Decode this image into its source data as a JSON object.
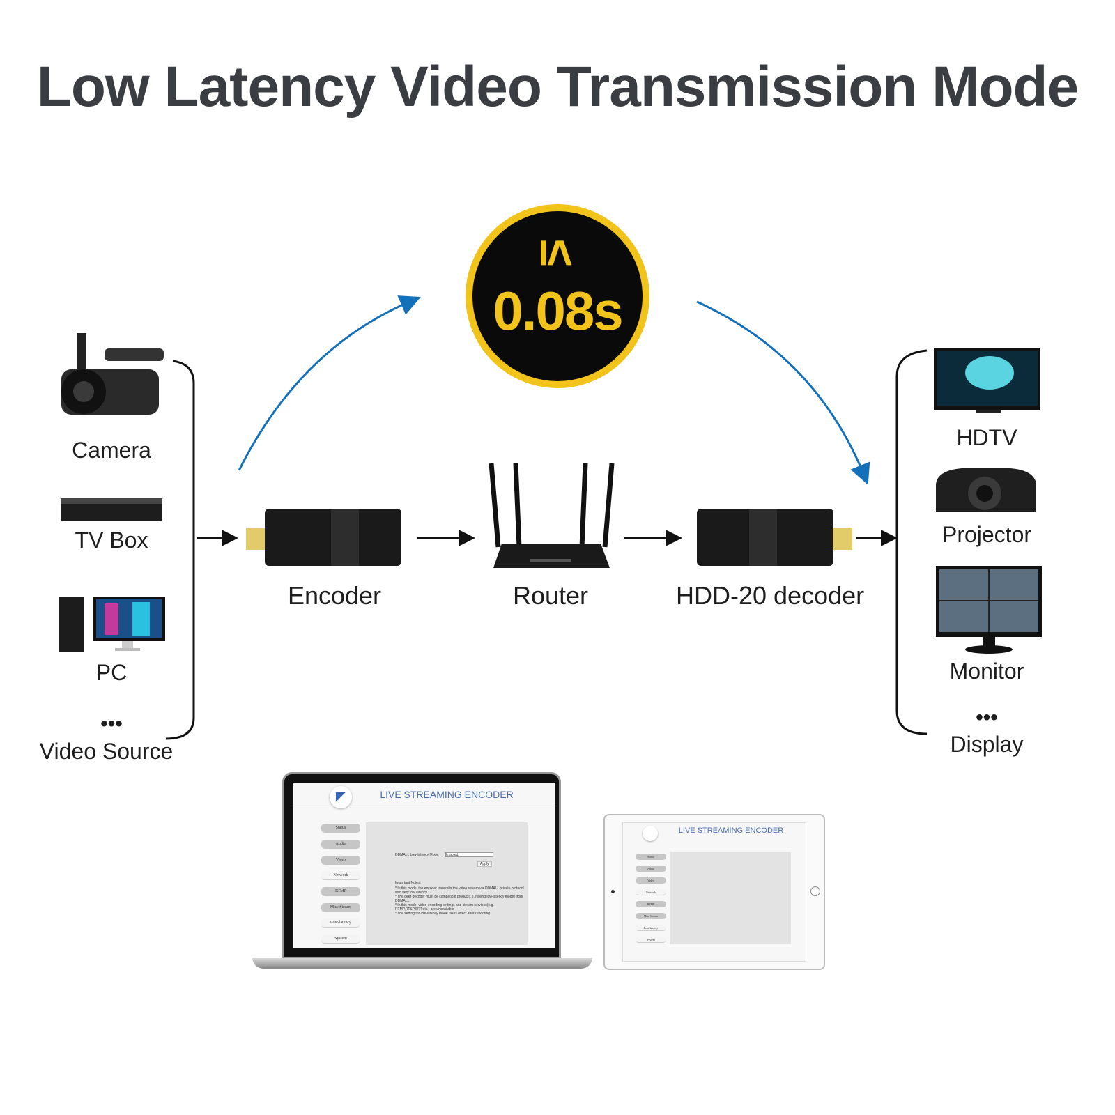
{
  "title": "Low Latency Video Transmission Mode",
  "latency": {
    "symbol": "≤",
    "value": "0.08s"
  },
  "sources": {
    "items": [
      "Camera",
      "TV Box",
      "PC"
    ],
    "more": "•••",
    "label": "Video Source"
  },
  "chain": [
    "Encoder",
    "Router",
    "HDD-20 decoder"
  ],
  "displays": {
    "items": [
      "HDTV",
      "Projector",
      "Monitor"
    ],
    "more": "•••",
    "label": "Display"
  },
  "web_ui": {
    "header": "LIVE STREAMING ENCODER",
    "menu": [
      "Status",
      "Audio",
      "Video",
      "Network",
      "RTMP",
      "Misc Stream",
      "Low-latency",
      "System"
    ],
    "mode_label": "DDMALL Low-latency Mode:",
    "mode_value": "Enabled",
    "apply": "Apply",
    "notes_title": "Important Notes:",
    "notes": [
      "* In this mode, the encoder transmits the video stream via DDMALL private protocol with very low latency",
      "* The peer decoder must be compatible product(i.e. having low-latency mode) from DDMALL",
      "* In this mode, video encoding settings and stream services(e.g. RTMP,RTSP,SRT,etc.) are unavailable",
      "* The setting for low-latency mode takes effect after rebooting"
    ]
  },
  "colors": {
    "accent": "#f2c31a",
    "arrow": "#1470b8",
    "title": "#3a3d42"
  }
}
